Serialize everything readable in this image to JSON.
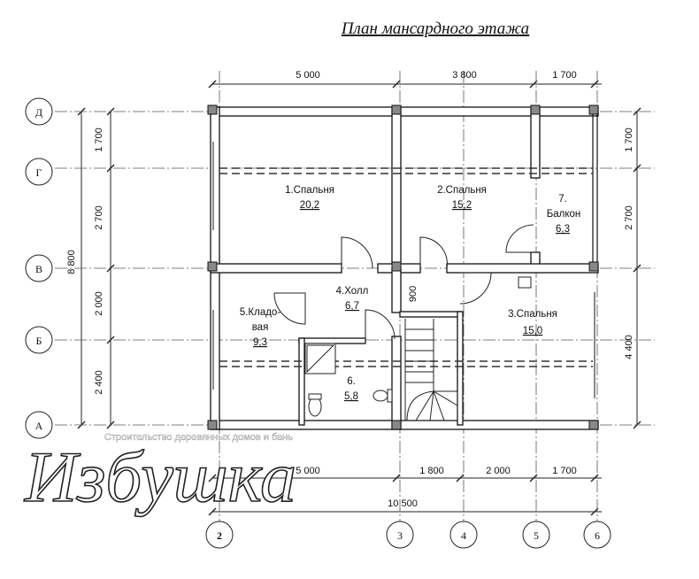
{
  "title": "План мансардного этажа",
  "dims": {
    "top": [
      "5 000",
      "3 800",
      "1 700"
    ],
    "bottom": [
      "5 000",
      "1 800",
      "2 000",
      "1 700"
    ],
    "total_bottom": "10 500",
    "left": [
      "1 700",
      "2 700",
      "2 000",
      "2 400"
    ],
    "left_total": "8 800",
    "right": [
      "1 700",
      "2 700",
      "4 400"
    ],
    "stair": "900"
  },
  "axes": {
    "rows": [
      "Д",
      "Г",
      "В",
      "Б",
      "А"
    ],
    "cols": [
      "2",
      "3",
      "4",
      "5",
      "6"
    ]
  },
  "rooms": [
    {
      "name": "1.Спальня",
      "area": "20,2"
    },
    {
      "name": "2.Спальня",
      "area": "15,2"
    },
    {
      "name": "7.",
      "name2": "Балкон",
      "area": "6,3"
    },
    {
      "name": "4.Холл",
      "area": "6,7"
    },
    {
      "name": "5.Кладо-",
      "name2": "вая",
      "area": "9,3"
    },
    {
      "name": "3.Спальня",
      "area": "15,0"
    },
    {
      "name": "6.",
      "area": "5,8"
    }
  ],
  "watermark": {
    "brand": "Избушка",
    "tagline": "Строительство деревянных домов и бань"
  }
}
